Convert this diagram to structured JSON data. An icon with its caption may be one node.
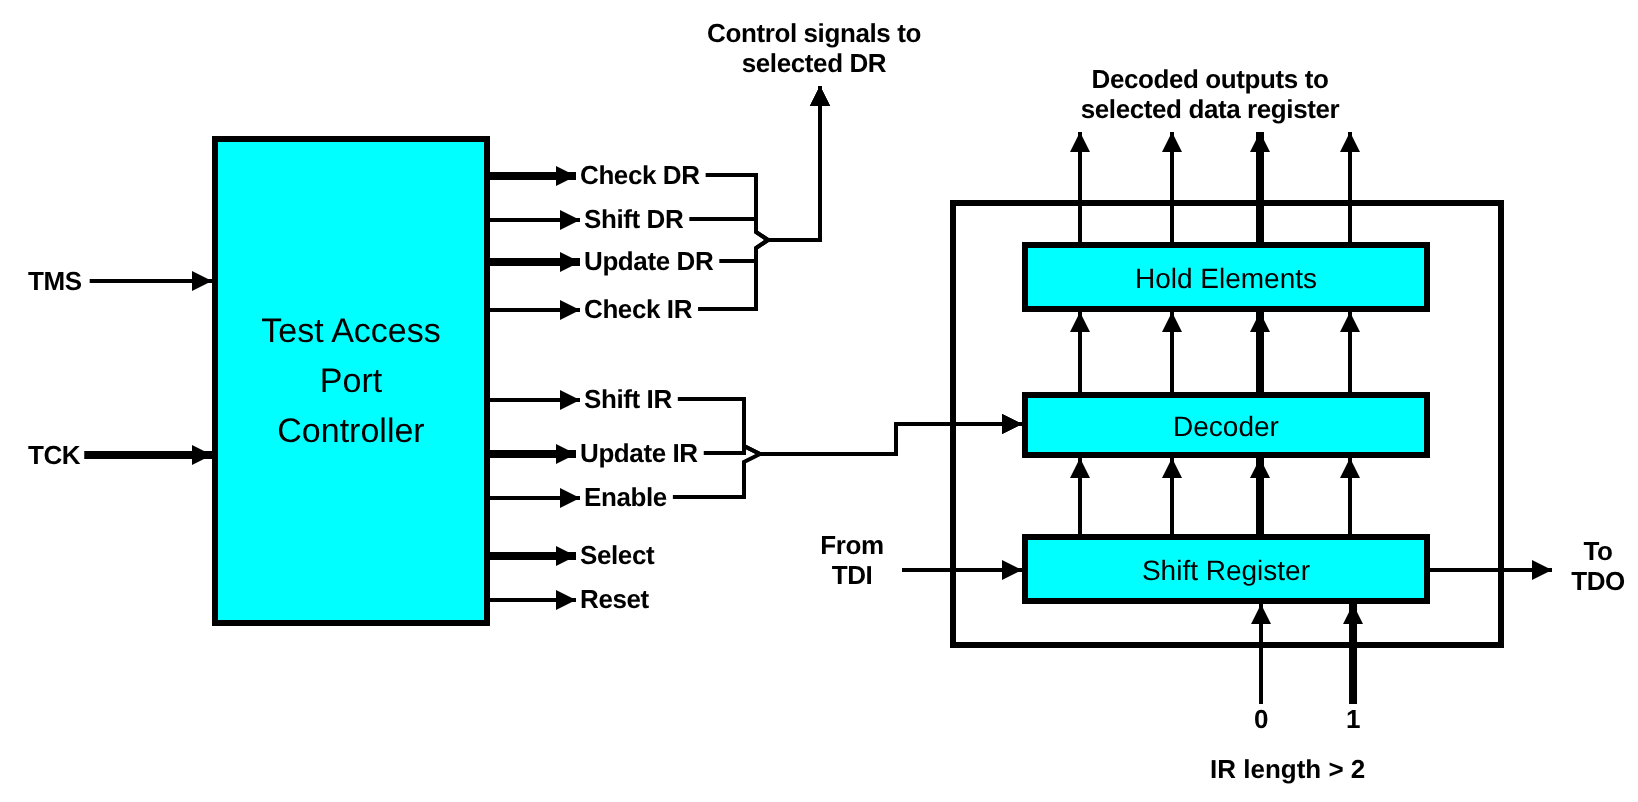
{
  "diagram": {
    "nodes": [
      {
        "text": [
          "Test Access Port Controller"
        ]
      },
      {
        "text": [
          "TMS"
        ]
      },
      {
        "text": [
          "TCK"
        ]
      },
      {
        "text": [
          "Check DR"
        ]
      },
      {
        "text": [
          "Shift DR"
        ]
      },
      {
        "text": [
          "Update DR"
        ]
      },
      {
        "text": [
          "Check IR"
        ]
      },
      {
        "text": [
          "Shift IR"
        ]
      },
      {
        "text": [
          "Update IR"
        ]
      },
      {
        "text": [
          "Enable"
        ]
      },
      {
        "text": [
          "Select"
        ]
      },
      {
        "text": [
          "Reset"
        ]
      },
      {
        "text": [
          "Control signals to selected DR"
        ]
      },
      {
        "text": [],
        "shape": "box"
      },
      {
        "text": [
          "Hold Elements"
        ],
        "in": 13
      },
      {
        "text": [
          "Decoder"
        ],
        "in": 13
      },
      {
        "text": [
          "Shift Register"
        ],
        "in": 13
      },
      {
        "text": [
          "Decoded outputs to selected data register"
        ]
      },
      {
        "text": [
          "From TDI"
        ]
      },
      {
        "text": [
          "To TDO"
        ]
      },
      {
        "text": [
          "0"
        ]
      },
      {
        "text": [
          "1"
        ]
      }
    ],
    "edges": [
      {
        "from": 1,
        "to": 0,
        "arrow": "to"
      },
      {
        "from": 2,
        "to": 0,
        "arrow": "to",
        "style": "thick"
      },
      {
        "from": 0,
        "to": 3,
        "arrow": "to",
        "style": "thick"
      },
      {
        "from": 0,
        "to": 4,
        "arrow": "to"
      },
      {
        "from": 0,
        "to": 5,
        "arrow": "to",
        "style": "thick"
      },
      {
        "from": 0,
        "to": 6,
        "arrow": "to"
      },
      {
        "from": 0,
        "to": 7,
        "arrow": "to"
      },
      {
        "from": 0,
        "to": 8,
        "arrow": "to",
        "style": "thick"
      },
      {
        "from": 0,
        "to": 9,
        "arrow": "to"
      },
      {
        "from": 0,
        "to": 10,
        "arrow": "to",
        "style": "thick"
      },
      {
        "from": 0,
        "to": 11,
        "arrow": "to"
      },
      {
        "from": 3,
        "to": 12,
        "arrow": "to"
      },
      {
        "from": 4,
        "to": 12,
        "arrow": "to"
      },
      {
        "from": 5,
        "to": 12,
        "arrow": "to"
      },
      {
        "from": 6,
        "to": 12,
        "arrow": "to"
      },
      {
        "from": 7,
        "to": 15,
        "arrow": "to"
      },
      {
        "from": 8,
        "to": 15,
        "arrow": "to"
      },
      {
        "from": 9,
        "to": 15,
        "arrow": "to"
      },
      {
        "from": 16,
        "to": 15,
        "arrow": "to"
      },
      {
        "from": 16,
        "to": 15,
        "arrow": "to"
      },
      {
        "from": 16,
        "to": 15,
        "arrow": "to",
        "style": "thick"
      },
      {
        "from": 16,
        "to": 15,
        "arrow": "to"
      },
      {
        "from": 15,
        "to": 14,
        "arrow": "to"
      },
      {
        "from": 15,
        "to": 14,
        "arrow": "to"
      },
      {
        "from": 15,
        "to": 14,
        "arrow": "to",
        "style": "thick"
      },
      {
        "from": 15,
        "to": 14,
        "arrow": "to"
      },
      {
        "from": 14,
        "to": 17,
        "arrow": "to"
      },
      {
        "from": 14,
        "to": 17,
        "arrow": "to"
      },
      {
        "from": 14,
        "to": 17,
        "arrow": "to",
        "style": "thick"
      },
      {
        "from": 14,
        "to": 17,
        "arrow": "to"
      },
      {
        "from": 18,
        "to": 16,
        "arrow": "to"
      },
      {
        "from": 16,
        "to": 19,
        "arrow": "to"
      },
      {
        "from": 20,
        "to": 16,
        "arrow": "to"
      },
      {
        "from": 21,
        "to": 16,
        "arrow": "to",
        "style": "thick"
      }
    ],
    "labels": [
      "IR length > 2"
    ]
  }
}
